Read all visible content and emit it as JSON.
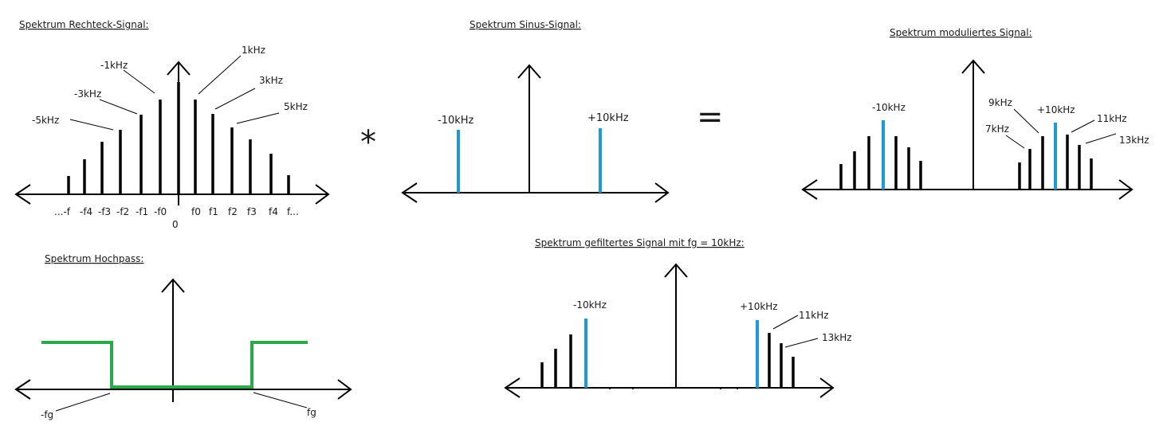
{
  "colors": {
    "line": "#000000",
    "carrier": "#1e9bd7",
    "filter": "#2aa84a"
  },
  "titles": {
    "rect": "Spektrum Rechteck-Signal:",
    "sinus": "Spektrum Sinus-Signal:",
    "mod": "Spektrum moduliertes Signal:",
    "hp": "Spektrum Hochpass:",
    "filt": "Spektrum gefiltertes Signal mit fg = 10kHz:"
  },
  "operators": {
    "multiply": "*",
    "equals": "="
  },
  "rect": {
    "freq_labels": {
      "neg5": "-5kHz",
      "neg3": "-3kHz",
      "neg1": "-1kHz",
      "pos1": "1kHz",
      "pos3": "3kHz",
      "pos5": "5kHz"
    },
    "axis_labels": [
      "...-f",
      "-f4",
      "-f3",
      "-f2",
      "-f1",
      "-f0",
      "f0",
      "f1",
      "f2",
      "f3",
      "f4",
      "f..."
    ],
    "zero": "0"
  },
  "sinus": {
    "neg": "-10kHz",
    "pos": "+10kHz"
  },
  "mod": {
    "neg": "-10kHz",
    "k9": "9kHz",
    "k7": "7kHz",
    "pos": "+10kHz",
    "k11": "11kHz",
    "k13": "13kHz"
  },
  "hp": {
    "neg_fg": "-fg",
    "fg": "fg"
  },
  "filt": {
    "neg": "-10kHz",
    "pos": "+10kHz",
    "k11": "11kHz",
    "k13": "13kHz"
  }
}
